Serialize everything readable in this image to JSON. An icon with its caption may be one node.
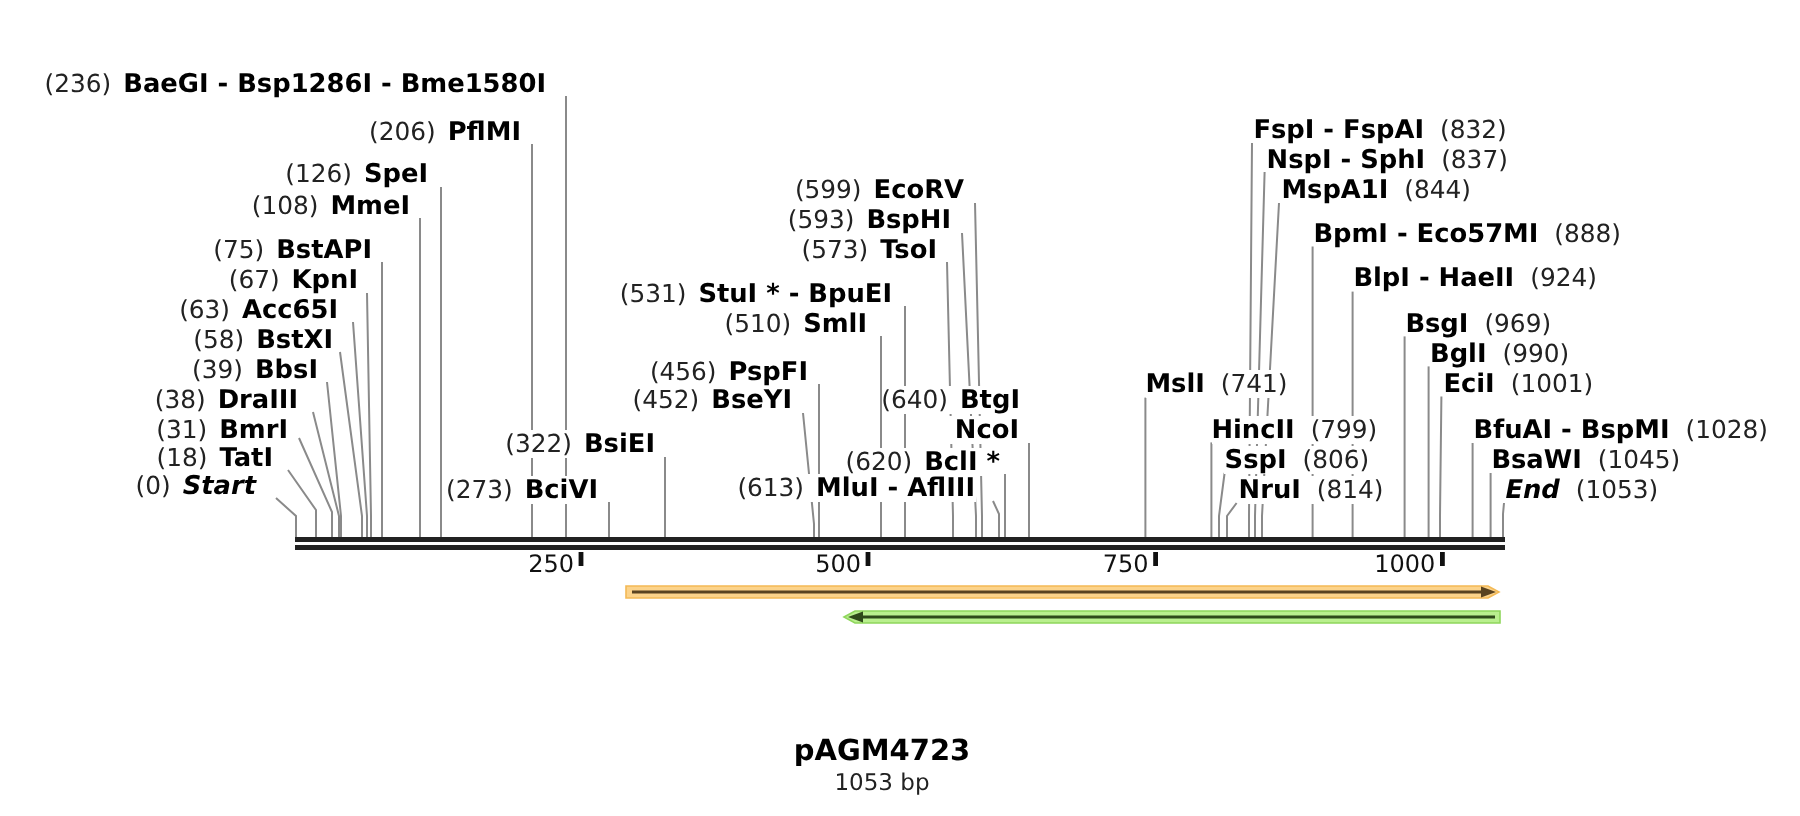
{
  "diagram": {
    "title": "pAGM4723",
    "caption": "1053 bp",
    "nodes": [
      {
        "text": [
          "(0)",
          "Start"
        ]
      },
      {
        "text": [
          "(18)",
          "TatI"
        ]
      },
      {
        "text": [
          "(31)",
          "BmrI"
        ]
      },
      {
        "text": [
          "(38)",
          "DraIII"
        ]
      },
      {
        "text": [
          "(39)",
          "BbsI"
        ]
      },
      {
        "text": [
          "(58)",
          "BstXI"
        ]
      },
      {
        "text": [
          "(63)",
          "Acc65I"
        ]
      },
      {
        "text": [
          "(67)",
          "KpnI"
        ]
      },
      {
        "text": [
          "(75)",
          "BstAPI"
        ]
      },
      {
        "text": [
          "(108)",
          "MmeI"
        ]
      },
      {
        "text": [
          "(126)",
          "SpeI"
        ]
      },
      {
        "text": [
          "(206)",
          "PflMI"
        ]
      },
      {
        "text": [
          "(236)",
          "BaeGI - Bsp1286I - Bme1580I"
        ]
      },
      {
        "text": [
          "(273)",
          "BciVI"
        ]
      },
      {
        "text": [
          "(322)",
          "BsiEI"
        ]
      },
      {
        "text": [
          "(452)",
          "BseYI"
        ]
      },
      {
        "text": [
          "(456)",
          "PspFI"
        ]
      },
      {
        "text": [
          "(510)",
          "SmlI"
        ]
      },
      {
        "text": [
          "(531)",
          "StuI * - BpuEI"
        ]
      },
      {
        "text": [
          "(573)",
          "TsoI"
        ]
      },
      {
        "text": [
          "(593)",
          "BspHI"
        ]
      },
      {
        "text": [
          "(599)",
          "EcoRV"
        ]
      },
      {
        "text": [
          "(613)",
          "MluI - AflIII"
        ]
      },
      {
        "text": [
          "(620)",
          "BclI *"
        ]
      },
      {
        "text": [
          "(640)",
          "BtgI"
        ]
      },
      {
        "text": [
          "NcoI"
        ]
      },
      {
        "text": [
          "MslI",
          "(741)"
        ]
      },
      {
        "text": [
          "HincII",
          "(799)"
        ]
      },
      {
        "text": [
          "SspI",
          "(806)"
        ]
      },
      {
        "text": [
          "NruI",
          "(814)"
        ]
      },
      {
        "text": [
          "FspI - FspAI",
          "(832)"
        ]
      },
      {
        "text": [
          "NspI - SphI",
          "(837)"
        ]
      },
      {
        "text": [
          "MspA1I",
          "(844)"
        ]
      },
      {
        "text": [
          "BpmI - Eco57MI",
          "(888)"
        ]
      },
      {
        "text": [
          "BlpI - HaeII",
          "(924)"
        ]
      },
      {
        "text": [
          "BsgI",
          "(969)"
        ]
      },
      {
        "text": [
          "BglI",
          "(990)"
        ]
      },
      {
        "text": [
          "EciI",
          "(1001)"
        ]
      },
      {
        "text": [
          "BfuAI - BspMI",
          "(1028)"
        ]
      },
      {
        "text": [
          "BsaWI",
          "(1045)"
        ]
      },
      {
        "text": [
          "End",
          "(1053)"
        ]
      },
      {
        "text": [],
        "shape": "bar"
      }
    ],
    "edges": [
      {
        "from": 0,
        "to": 41,
        "arrow": "none"
      },
      {
        "from": 1,
        "to": 41,
        "arrow": "none"
      },
      {
        "from": 2,
        "to": 41,
        "arrow": "none"
      },
      {
        "from": 3,
        "to": 41,
        "arrow": "none"
      },
      {
        "from": 4,
        "to": 41,
        "arrow": "none"
      },
      {
        "from": 5,
        "to": 41,
        "arrow": "none"
      },
      {
        "from": 6,
        "to": 41,
        "arrow": "none"
      },
      {
        "from": 7,
        "to": 41,
        "arrow": "none"
      },
      {
        "from": 8,
        "to": 41,
        "arrow": "none"
      },
      {
        "from": 9,
        "to": 41,
        "arrow": "none"
      },
      {
        "from": 10,
        "to": 41,
        "arrow": "none"
      },
      {
        "from": 11,
        "to": 41,
        "arrow": "none"
      },
      {
        "from": 12,
        "to": 41,
        "arrow": "none"
      },
      {
        "from": 13,
        "to": 41,
        "arrow": "none"
      },
      {
        "from": 14,
        "to": 41,
        "arrow": "none"
      },
      {
        "from": 15,
        "to": 41,
        "arrow": "none"
      },
      {
        "from": 16,
        "to": 41,
        "arrow": "none"
      },
      {
        "from": 17,
        "to": 41,
        "arrow": "none"
      },
      {
        "from": 18,
        "to": 41,
        "arrow": "none"
      },
      {
        "from": 19,
        "to": 41,
        "arrow": "none"
      },
      {
        "from": 20,
        "to": 41,
        "arrow": "none"
      },
      {
        "from": 21,
        "to": 41,
        "arrow": "none"
      },
      {
        "from": 22,
        "to": 41,
        "arrow": "none"
      },
      {
        "from": 23,
        "to": 41,
        "arrow": "none"
      },
      {
        "from": 25,
        "to": 41,
        "arrow": "none"
      },
      {
        "from": 26,
        "to": 41,
        "arrow": "none"
      },
      {
        "from": 27,
        "to": 41,
        "arrow": "none"
      },
      {
        "from": 28,
        "to": 41,
        "arrow": "none"
      },
      {
        "from": 29,
        "to": 41,
        "arrow": "none"
      },
      {
        "from": 30,
        "to": 41,
        "arrow": "none"
      },
      {
        "from": 31,
        "to": 41,
        "arrow": "none"
      },
      {
        "from": 32,
        "to": 41,
        "arrow": "none"
      },
      {
        "from": 33,
        "to": 41,
        "arrow": "none"
      },
      {
        "from": 34,
        "to": 41,
        "arrow": "none"
      },
      {
        "from": 35,
        "to": 41,
        "arrow": "none"
      },
      {
        "from": 36,
        "to": 41,
        "arrow": "none"
      },
      {
        "from": 37,
        "to": 41,
        "arrow": "none"
      },
      {
        "from": 38,
        "to": 41,
        "arrow": "none"
      },
      {
        "from": 39,
        "to": 41,
        "arrow": "none"
      },
      {
        "from": 40,
        "to": 41,
        "arrow": "none"
      }
    ],
    "labels": [
      "250",
      "500",
      "750",
      "1000"
    ]
  }
}
